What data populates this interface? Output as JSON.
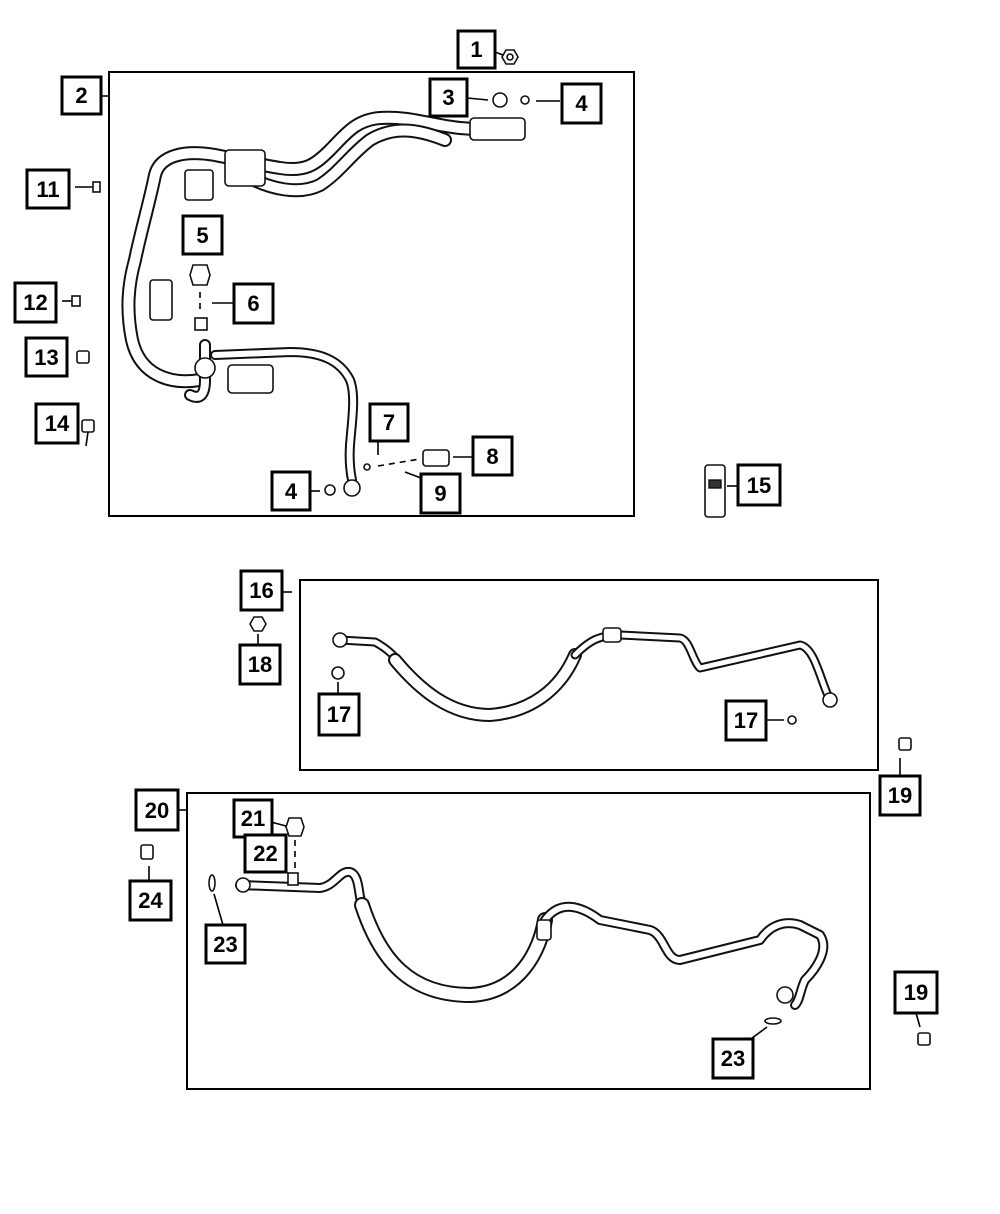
{
  "callouts": {
    "c1": "1",
    "c2": "2",
    "c3": "3",
    "c4a": "4",
    "c4b": "4",
    "c5": "5",
    "c6": "6",
    "c7": "7",
    "c8": "8",
    "c9": "9",
    "c11": "11",
    "c12": "12",
    "c13": "13",
    "c14": "14",
    "c15": "15",
    "c16": "16",
    "c17a": "17",
    "c17b": "17",
    "c18": "18",
    "c19a": "19",
    "c19b": "19",
    "c20": "20",
    "c21": "21",
    "c22": "22",
    "c23a": "23",
    "c23b": "23",
    "c24": "24"
  },
  "icons": {
    "nut": "hex-nut-icon",
    "o_ring": "o-ring-icon",
    "bolt": "bolt-icon",
    "cap": "cap-icon",
    "valve": "valve-core-icon",
    "clip": "clip-icon"
  },
  "colors": {
    "line": "#111111",
    "background": "#ffffff"
  }
}
